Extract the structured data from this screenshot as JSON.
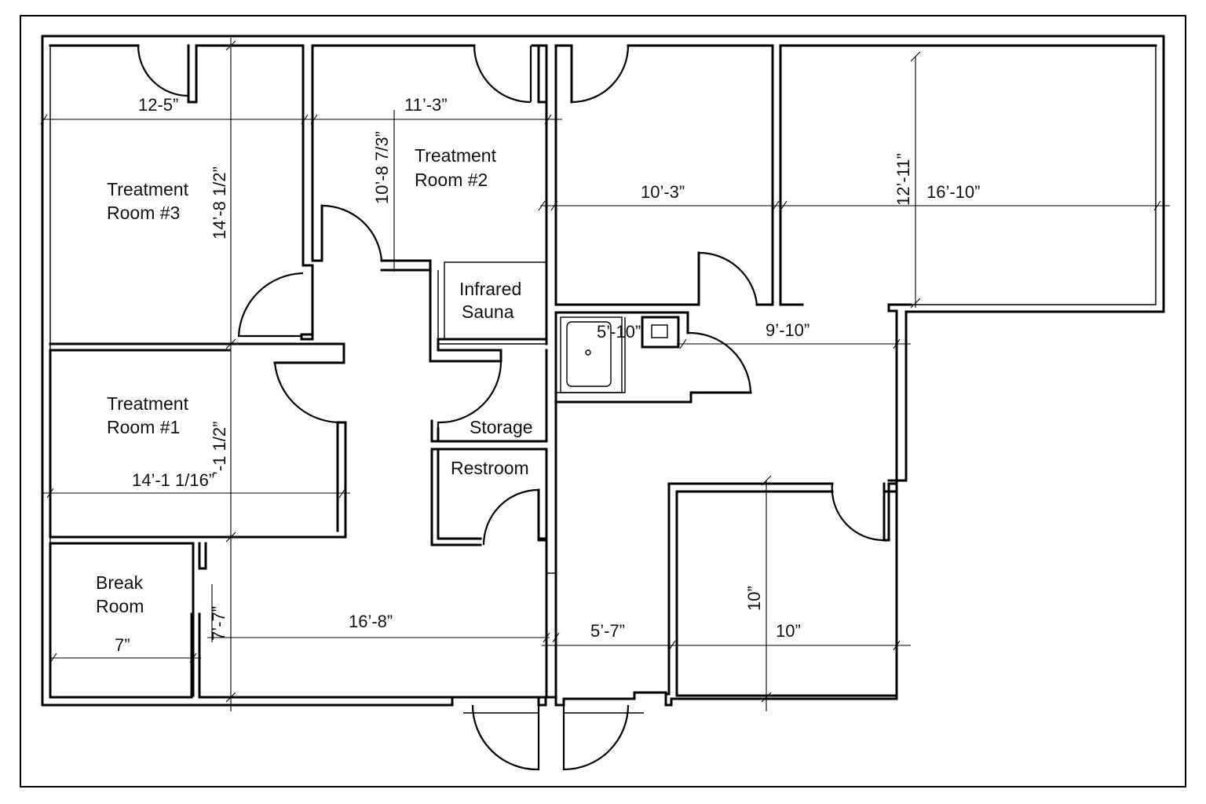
{
  "rooms": {
    "treatment3_l1": "Treatment",
    "treatment3_l2": "Room #3",
    "treatment2_l1": "Treatment",
    "treatment2_l2": "Room #2",
    "treatment1_l1": "Treatment",
    "treatment1_l2": "Room #1",
    "sauna_l1": "Infrared",
    "sauna_l2": "Sauna",
    "storage": "Storage",
    "restroom": "Restroom",
    "break_l1": "Break",
    "break_l2": "Room"
  },
  "dimensions": {
    "tr3_width": "12-5”",
    "tr3_height": "14’-8 1/2”",
    "tr2_width": "11’-3”",
    "tr2_height": "10’-8 7/3”",
    "nc_width": "10’-3”",
    "ne_height": "12’-11”",
    "ne_width": "16’-10”",
    "kitchen_width": "5’-10”",
    "reception_width": "9’-10”",
    "tr1_height": "’-1 1/2”",
    "tr1_width": "14’-1 1/16”",
    "break_width": "7”",
    "break_height": "7’-7”",
    "lobby_width": "16’-8”",
    "entry_width": "5’-7”",
    "se_height": "10”",
    "se_width": "10”"
  }
}
